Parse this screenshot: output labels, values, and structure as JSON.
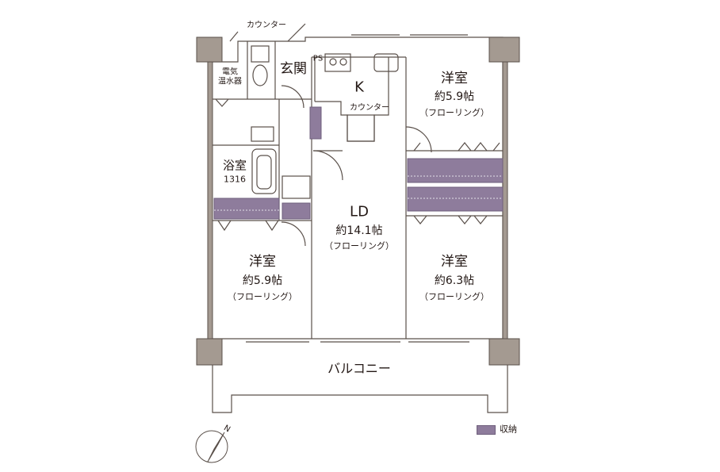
{
  "plan": {
    "rooms": {
      "western_ne": {
        "name": "洋室",
        "area": "約5.9帖",
        "floor": "（フローリング）"
      },
      "western_se": {
        "name": "洋室",
        "area": "約6.3帖",
        "floor": "（フローリング）"
      },
      "western_sw": {
        "name": "洋室",
        "area": "約5.9帖",
        "floor": "（フローリング）"
      },
      "ld": {
        "name": "LD",
        "area": "約14.1帖",
        "floor": "（フローリング）"
      },
      "kitchen": {
        "name": "K"
      },
      "entrance": {
        "name": "玄関"
      },
      "bath": {
        "name": "浴室",
        "size": "1316"
      }
    },
    "labels": {
      "counter_top": "カウンター",
      "counter_kitchen": "カウンター",
      "ps": "PS",
      "water_heater": "電気\n温水器",
      "balcony": "バルコニー"
    },
    "legend": {
      "storage": "収納"
    },
    "compass": {
      "north": "N"
    },
    "colors": {
      "storage": "#8e7c9c",
      "wall": "#a49a91",
      "line": "#5a504a"
    }
  }
}
